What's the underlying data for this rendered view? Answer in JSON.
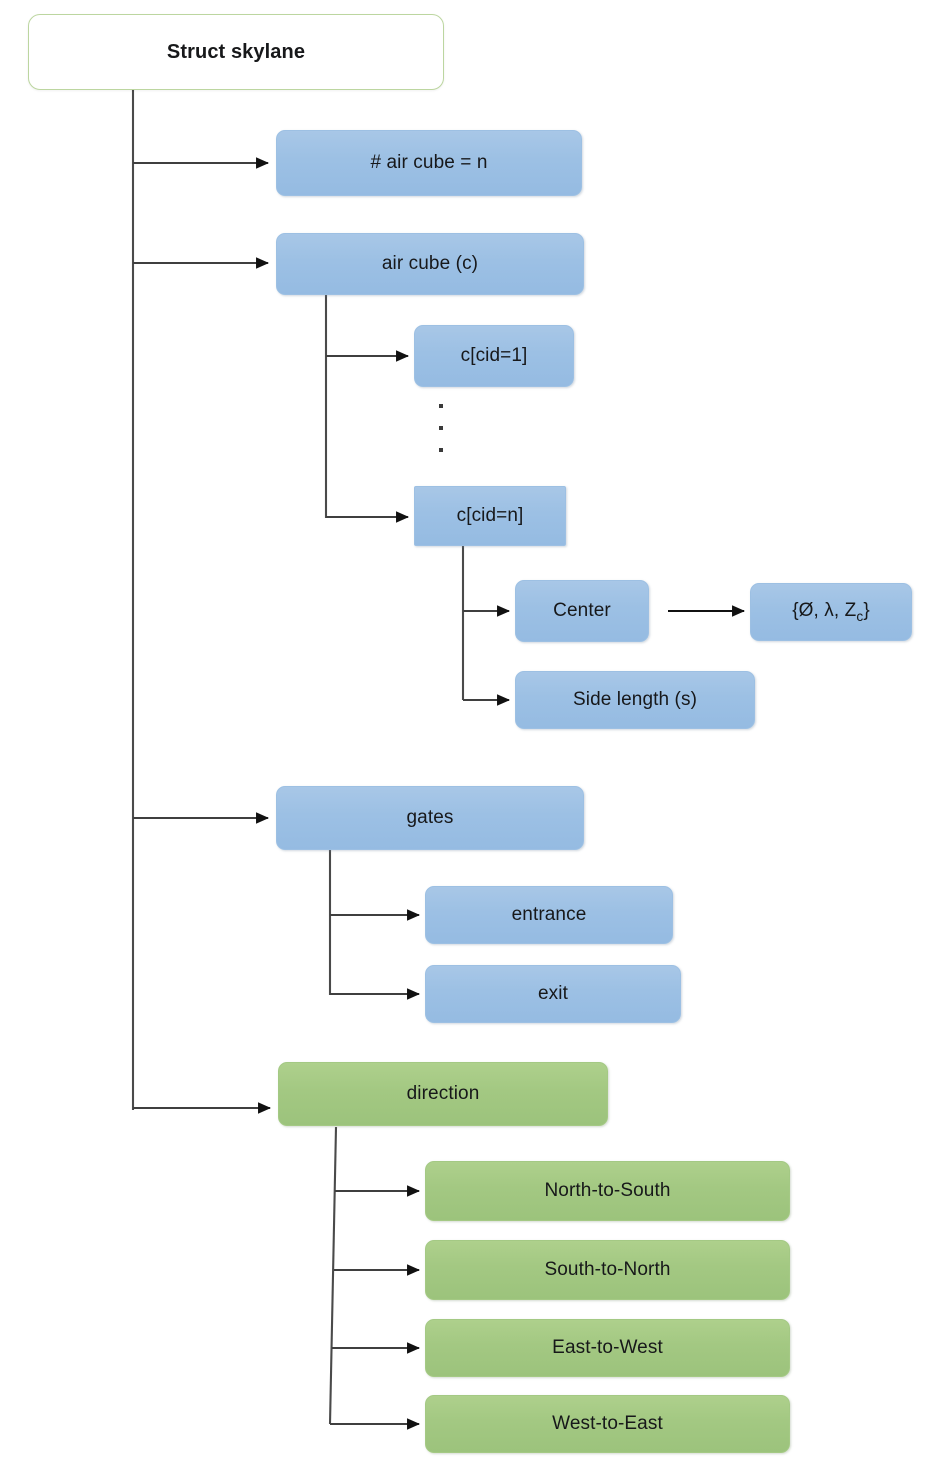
{
  "diagram": {
    "title": "Struct skylane",
    "type": "tree-hierarchy",
    "root": {
      "label": "Struct skylane",
      "style": "white-green-outline"
    },
    "nodes": [
      {
        "id": "root",
        "label": "Struct skylane",
        "color": "#ffffff",
        "border": "#bcd6a0",
        "level": 0
      },
      {
        "id": "num_cubes",
        "label": "# air cube = n",
        "color": "#9cc0e4",
        "level": 1
      },
      {
        "id": "air_cube",
        "label": "air cube (c)",
        "color": "#9cc0e4",
        "level": 1
      },
      {
        "id": "cid1",
        "label": "c[cid=1]",
        "color": "#9cc0e4",
        "level": 2
      },
      {
        "id": "ellipsis",
        "label": "⋮",
        "color": "none",
        "level": 2
      },
      {
        "id": "cidn",
        "label": "c[cid=n]",
        "color": "#9cc0e4",
        "level": 2
      },
      {
        "id": "center",
        "label": "Center",
        "color": "#9cc0e4",
        "level": 3
      },
      {
        "id": "coords",
        "label": "{Ø, λ, Zc}",
        "color": "#9cc0e4",
        "level": 4
      },
      {
        "id": "side_length",
        "label": "Side length (s)",
        "color": "#9cc0e4",
        "level": 3
      },
      {
        "id": "gates",
        "label": "gates",
        "color": "#9cc0e4",
        "level": 1
      },
      {
        "id": "entrance",
        "label": "entrance",
        "color": "#9cc0e4",
        "level": 2
      },
      {
        "id": "exit",
        "label": "exit",
        "color": "#9cc0e4",
        "level": 2
      },
      {
        "id": "direction",
        "label": "direction",
        "color": "#a3c882",
        "level": 1
      },
      {
        "id": "n2s",
        "label": "North-to-South",
        "color": "#a3c882",
        "level": 2
      },
      {
        "id": "s2n",
        "label": "South-to-North",
        "color": "#a3c882",
        "level": 2
      },
      {
        "id": "e2w",
        "label": "East-to-West",
        "color": "#a3c882",
        "level": 2
      },
      {
        "id": "w2e",
        "label": "West-to-East",
        "color": "#a3c882",
        "level": 2
      }
    ],
    "edges": [
      {
        "from": "root",
        "to": "num_cubes"
      },
      {
        "from": "root",
        "to": "air_cube"
      },
      {
        "from": "root",
        "to": "gates"
      },
      {
        "from": "root",
        "to": "direction"
      },
      {
        "from": "air_cube",
        "to": "cid1"
      },
      {
        "from": "air_cube",
        "to": "cidn"
      },
      {
        "from": "cidn",
        "to": "center"
      },
      {
        "from": "cidn",
        "to": "side_length"
      },
      {
        "from": "center",
        "to": "coords"
      },
      {
        "from": "gates",
        "to": "entrance"
      },
      {
        "from": "gates",
        "to": "exit"
      },
      {
        "from": "direction",
        "to": "n2s"
      },
      {
        "from": "direction",
        "to": "s2n"
      },
      {
        "from": "direction",
        "to": "e2w"
      },
      {
        "from": "direction",
        "to": "w2e"
      }
    ],
    "labels": {
      "root": "Struct skylane",
      "num_cubes": "# air cube = n",
      "air_cube": "air cube (c)",
      "cid1": "c[cid=1]",
      "cidn": "c[cid=n]",
      "center": "Center",
      "coords_open": "{Ø, λ, Z",
      "coords_sub": "c",
      "coords_close": "}",
      "side_length": "Side length (s)",
      "gates": "gates",
      "entrance": "entrance",
      "exit": "exit",
      "direction": "direction",
      "n2s": "North-to-South",
      "s2n": "South-to-North",
      "e2w": "East-to-West",
      "w2e": "West-to-East"
    },
    "colors": {
      "blue_fill": "#9cc0e4",
      "green_fill": "#a3c882",
      "root_border": "#bcd6a0",
      "root_fill": "#ffffff",
      "connector": "#3f3f3f",
      "text": "#17181a",
      "background": "#ffffff"
    }
  }
}
